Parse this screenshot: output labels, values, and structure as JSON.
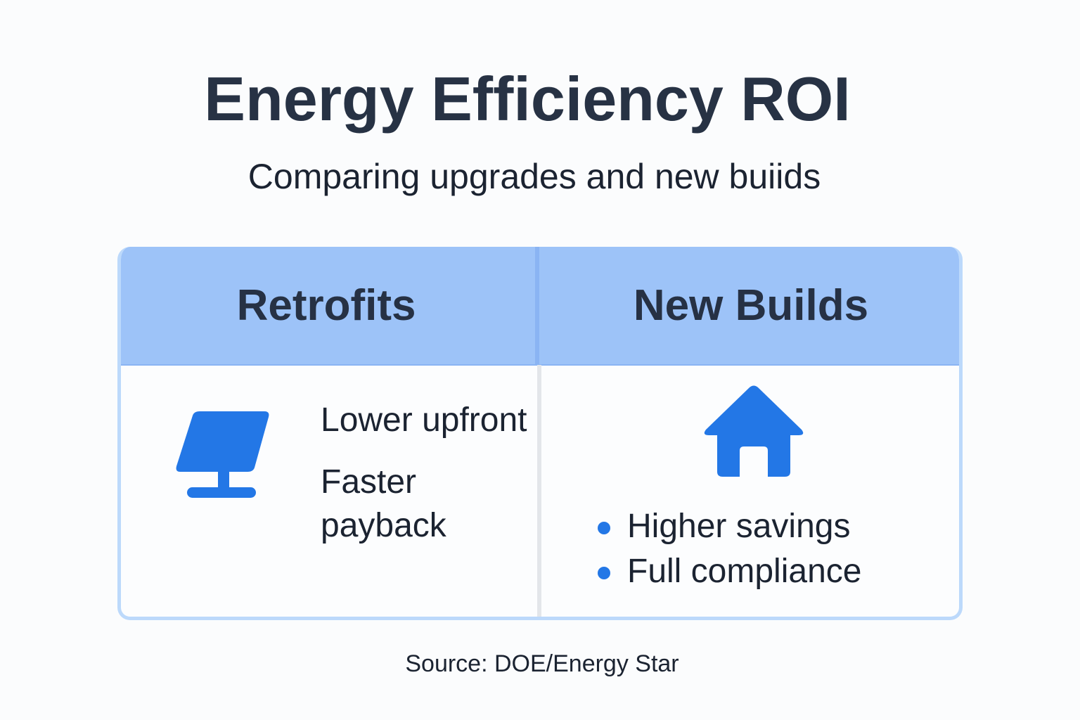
{
  "header": {
    "title": "Energy Efficiency ROI",
    "subtitle": "Comparing upgrades and new buiids"
  },
  "comparison": {
    "columns": [
      {
        "heading": "Retrofits",
        "icon": "solar-panel-icon",
        "points": [
          "Lower upfront",
          "Faster payback"
        ]
      },
      {
        "heading": "New Builds",
        "icon": "house-icon",
        "points": [
          "Higher savings",
          "Full compliance"
        ]
      }
    ]
  },
  "footer": {
    "source": "Source: DOE/Energy Star"
  },
  "colors": {
    "accent": "#2377e6",
    "header_bg": "#9dc3f8",
    "border": "#bcd9fb",
    "text": "#273244"
  }
}
